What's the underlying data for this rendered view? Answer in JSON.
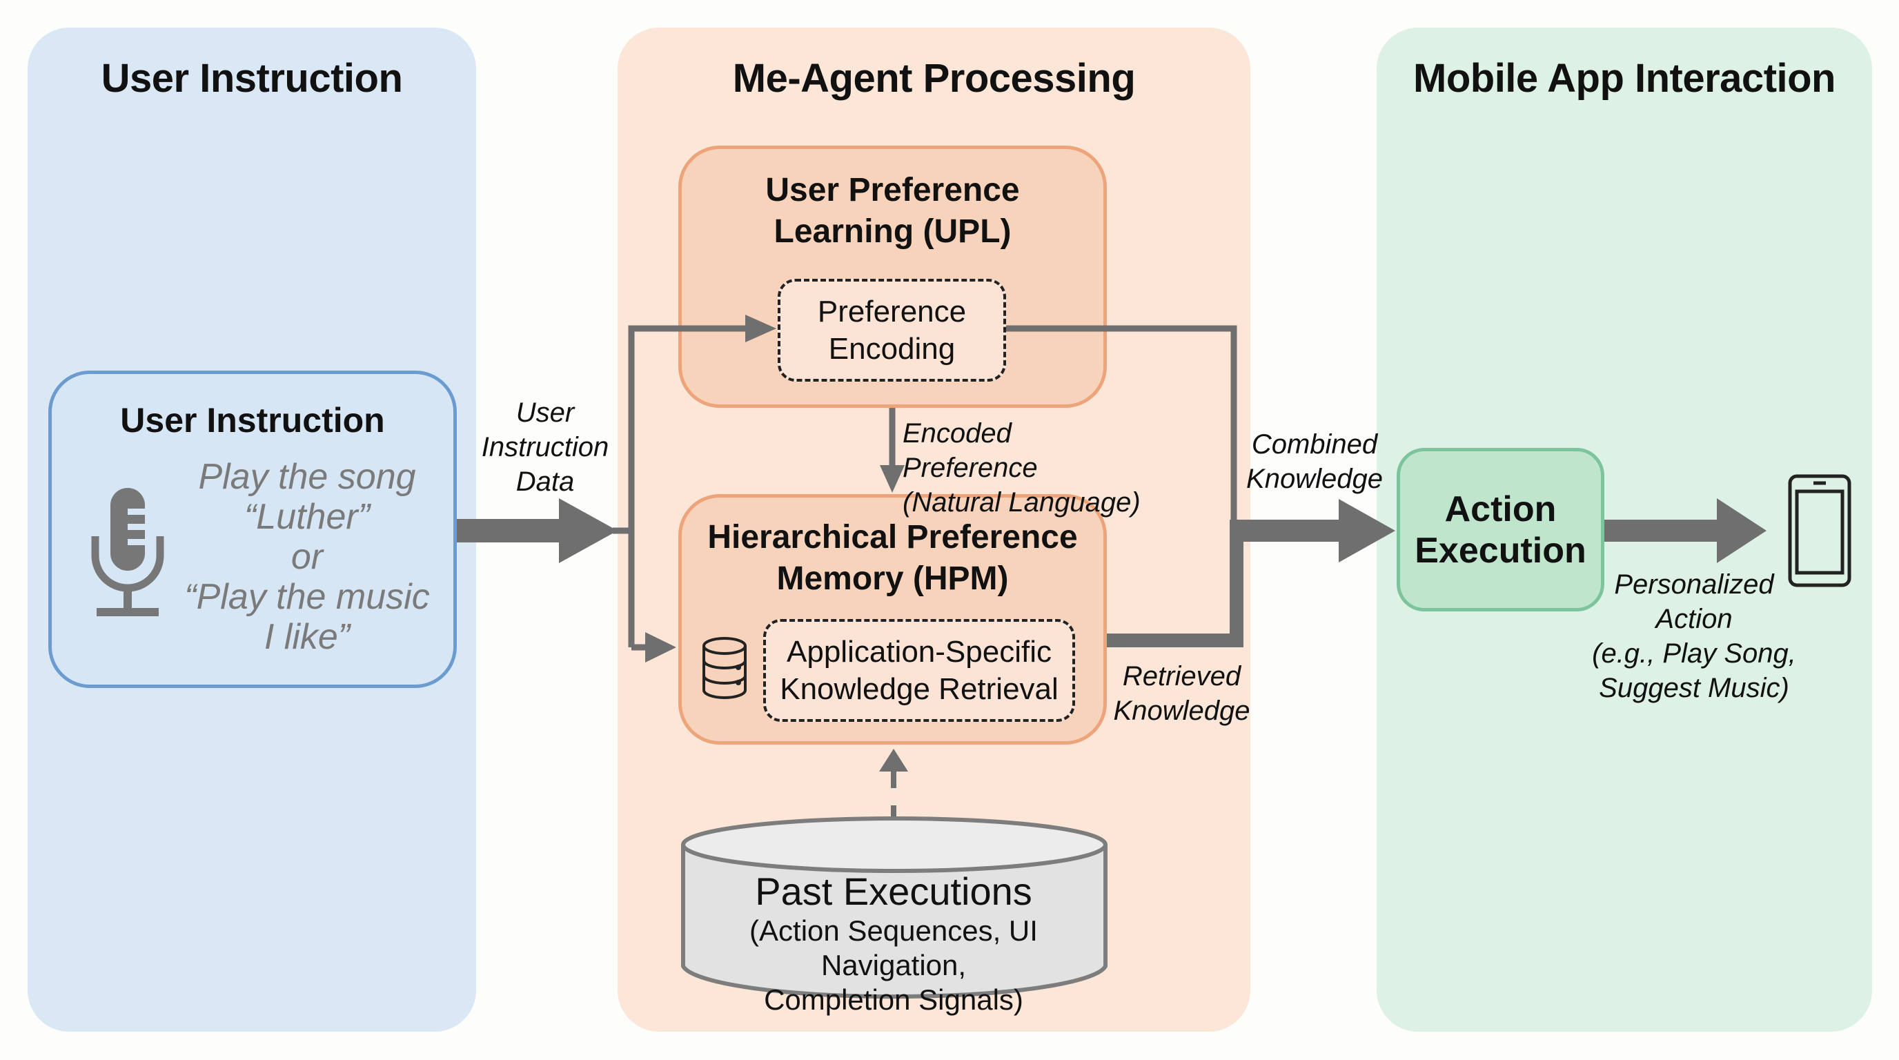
{
  "columns": {
    "left_title": "User Instruction",
    "middle_title": "Me-Agent Processing",
    "right_title": "Mobile App Interaction"
  },
  "user_instruction": {
    "title": "User Instruction",
    "quote_lines": [
      "Play the song",
      "“Luther”",
      "or",
      "“Play the music",
      "I like”"
    ],
    "icon": "microphone-icon"
  },
  "upl": {
    "title_line1": "User Preference",
    "title_line2": "Learning (UPL)",
    "inner_line1": "Preference",
    "inner_line2": "Encoding"
  },
  "hpm": {
    "title_line1": "Hierarchical Preference",
    "title_line2": "Memory (HPM)",
    "inner_line1": "Application-Specific",
    "inner_line2": "Knowledge Retrieval",
    "icon": "database-icon"
  },
  "past_executions": {
    "title": "Past Executions",
    "sub_line1": "(Action Sequences, UI Navigation,",
    "sub_line2": "Completion Signals)"
  },
  "action_execution": {
    "line1": "Action",
    "line2": "Execution"
  },
  "labels": {
    "user_instruction_data": [
      "User",
      "Instruction",
      "Data"
    ],
    "encoded_preference": [
      "Encoded Preference",
      "(Natural Language)"
    ],
    "combined_knowledge": [
      "Combined",
      "Knowledge"
    ],
    "retrieved_knowledge": [
      "Retrieved",
      "Knowledge"
    ],
    "personalized_action": [
      "Personalized",
      "Action",
      "(e.g., Play Song,",
      "Suggest Music)"
    ]
  },
  "device_icon": "smartphone-icon",
  "colors": {
    "user_panel": "#dae8f5",
    "agent_panel": "#fbe6d8",
    "mobile_panel": "#ddf1e5",
    "user_box_border": "#6c9ccf",
    "agent_box_border": "#eda47a",
    "action_box_border": "#7cc49c",
    "arrow": "#6f6f6f"
  }
}
